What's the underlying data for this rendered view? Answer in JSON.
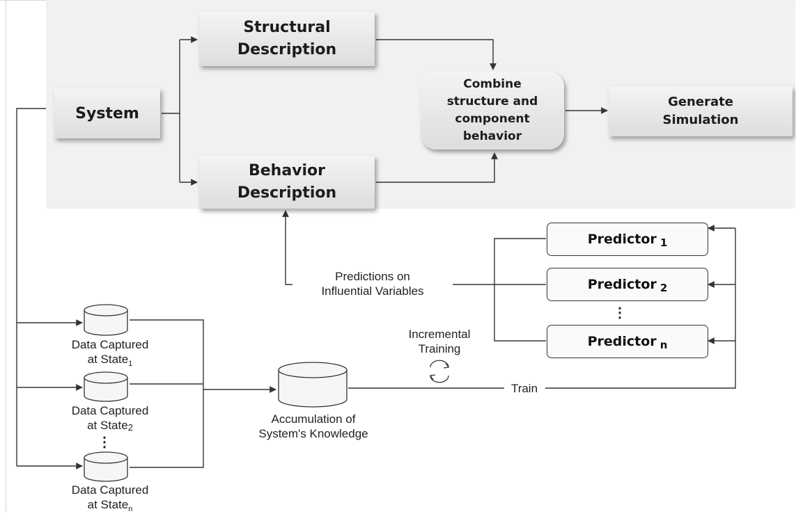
{
  "top": {
    "system": "System",
    "structural": "Structural\nDescription",
    "behavior": "Behavior\nDescription",
    "combine": "Combine\nstructure and\ncomponent\nbehavior",
    "generate": "Generate\nSimulation"
  },
  "predictors": [
    {
      "label": "Predictor",
      "sub": "1"
    },
    {
      "label": "Predictor",
      "sub": "2"
    },
    {
      "label": "Predictor",
      "sub": "n"
    }
  ],
  "vdots": "⋮",
  "predictions_label": "Predictions on\nInfluential Variables",
  "incremental_label": "Incremental\nTraining",
  "train_label": "Train",
  "accumulation_label": "Accumulation of\nSystem's Knowledge",
  "data_states": [
    {
      "line1": "Data Captured",
      "line2": "at State",
      "sub": "1"
    },
    {
      "line1": "Data Captured",
      "line2": "at State",
      "sub": "2"
    },
    {
      "line1": "Data Captured",
      "line2": "at State",
      "sub": "n"
    }
  ],
  "colors": {
    "line": "#333333",
    "box_top": "#f4f4f4",
    "box_bottom": "#dddddd",
    "panel": "#f1f1f1"
  },
  "icons": {
    "cycle": "refresh-cycle-icon",
    "database": "cylinder-database-icon"
  }
}
